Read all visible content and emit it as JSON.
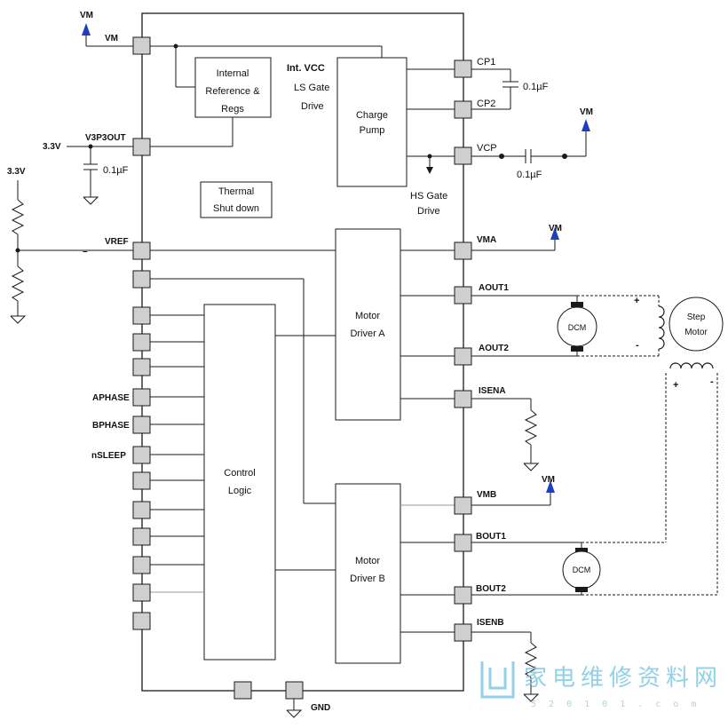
{
  "labels": {
    "vm": "VM",
    "vm_pin": "VM",
    "v3p3out": "V3P3OUT",
    "v33_a": "3.3V",
    "v33_b": "3.3V",
    "cap1": "0.1µF",
    "cap2": "0.1µF",
    "cap3": "0.1µF",
    "vref": "VREF",
    "minus": "–",
    "aphase": "APHASE",
    "bphase": "BPHASE",
    "nsleep": "nSLEEP",
    "cp1": "CP1",
    "cp2": "CP2",
    "vcp": "VCP",
    "vma": "VMA",
    "aout1": "AOUT1",
    "aout2": "AOUT2",
    "isena": "ISENA",
    "vmb": "VMB",
    "bout1": "BOUT1",
    "bout2": "BOUT2",
    "isenb": "ISENB",
    "gnd": "GND",
    "vm_cp": "VM",
    "vm_vma": "VM",
    "vm_vmb": "VM",
    "int_vcc": "Int. VCC",
    "ls_gate_1": "LS Gate",
    "ls_gate_2": "Drive",
    "hs_gate_1": "HS Gate",
    "hs_gate_2": "Drive",
    "plus_a": "+",
    "minus_a": "-",
    "plus_b": "+",
    "minus_b": "-"
  },
  "blocks": {
    "ref_1": "Internal",
    "ref_2": "Reference &",
    "ref_3": "Regs",
    "charge_1": "Charge",
    "charge_2": "Pump",
    "thermal_1": "Thermal",
    "thermal_2": "Shut down",
    "driver_a_1": "Motor",
    "driver_a_2": "Driver A",
    "driver_b_1": "Motor",
    "driver_b_2": "Driver B",
    "control_1": "Control",
    "control_2": "Logic",
    "dcm_a": "DCM",
    "dcm_b": "DCM",
    "step_1": "Step",
    "step_2": "Motor"
  },
  "watermark": {
    "text": "家电维修资料网",
    "url": "5 2 0 1 0 1 . c o m"
  },
  "colors": {
    "line": "#1a1a1a",
    "supply_arrow": "#1f3fbf",
    "pin_fill": "#cfcfcf",
    "watermark": "#7ec8e3"
  }
}
